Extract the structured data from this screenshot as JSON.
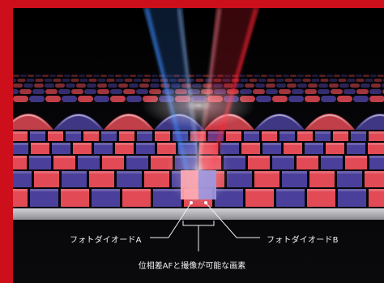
{
  "labels": {
    "photodiode_a": "フォトダイオードA",
    "photodiode_b": "フォトダイオードB",
    "caption": "位相差AFと撮像が可能な画素"
  },
  "colors": {
    "frame_red": "#cc0f1a",
    "pixel_red": "#e24a55",
    "pixel_blue": "#4a3f9a",
    "beam_red": "#ff2030",
    "beam_blue": "#3a8cff",
    "background": "#000000"
  }
}
